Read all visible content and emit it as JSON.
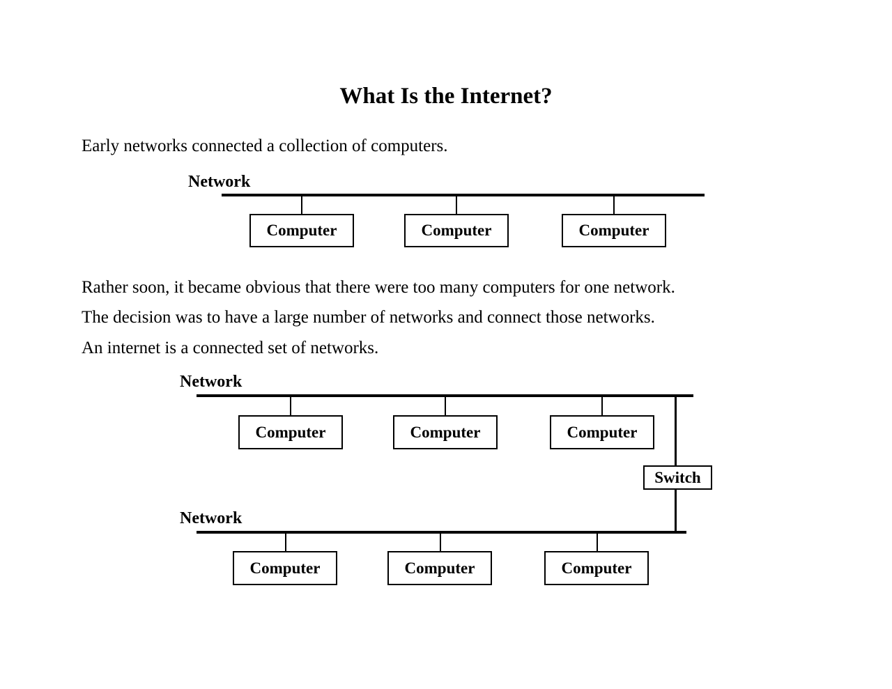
{
  "page": {
    "title": "What Is the Internet?",
    "intro": "Early networks connected a collection of computers.",
    "body_lines": [
      "Rather soon, it became obvious that there were too many computers for one network.",
      "The decision was to have a large number of networks and connect those networks.",
      "An internet is a connected set of networks."
    ]
  },
  "diagram_single_network": {
    "network_label": "Network",
    "computers": [
      "Computer",
      "Computer",
      "Computer"
    ]
  },
  "diagram_internet": {
    "top_network": {
      "label": "Network",
      "computers": [
        "Computer",
        "Computer",
        "Computer"
      ]
    },
    "switch_label": "Switch",
    "bottom_network": {
      "label": "Network",
      "computers": [
        "Computer",
        "Computer",
        "Computer"
      ]
    }
  },
  "colors": {
    "ink": "#000000",
    "background": "#ffffff"
  }
}
